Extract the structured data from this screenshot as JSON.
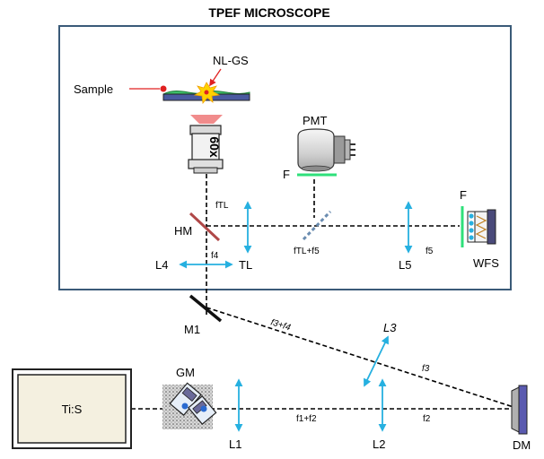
{
  "title": "TPEF MICROSCOPE",
  "labels": {
    "nlgs": "NL-GS",
    "sample": "Sample",
    "objective": "60x",
    "pmt": "PMT",
    "filter_pmt": "F",
    "filter_wfs": "F",
    "hm": "HM",
    "tl": "TL",
    "l4": "L4",
    "l5": "L5",
    "wfs": "WFS",
    "m1": "M1",
    "l3": "L3",
    "gm": "GM",
    "tis": "Ti:S",
    "l1": "L1",
    "l2": "L2",
    "dm": "DM"
  },
  "distances": {
    "ftl": "fTL",
    "f4": "f4",
    "ftl_f5": "fTL+f5",
    "f5": "f5",
    "f3_f4": "f3+f4",
    "f3": "f3",
    "f1_f2": "f1+f2",
    "f2": "f2"
  },
  "colors": {
    "lens": "#26b0e0",
    "frame": "#3a5a78",
    "filter": "#2ee07a",
    "hm_mirror": "#b04848",
    "dm_mirror": "#5a5ab0",
    "sample_dot": "#e02020",
    "laser_cone": "#f08080"
  }
}
